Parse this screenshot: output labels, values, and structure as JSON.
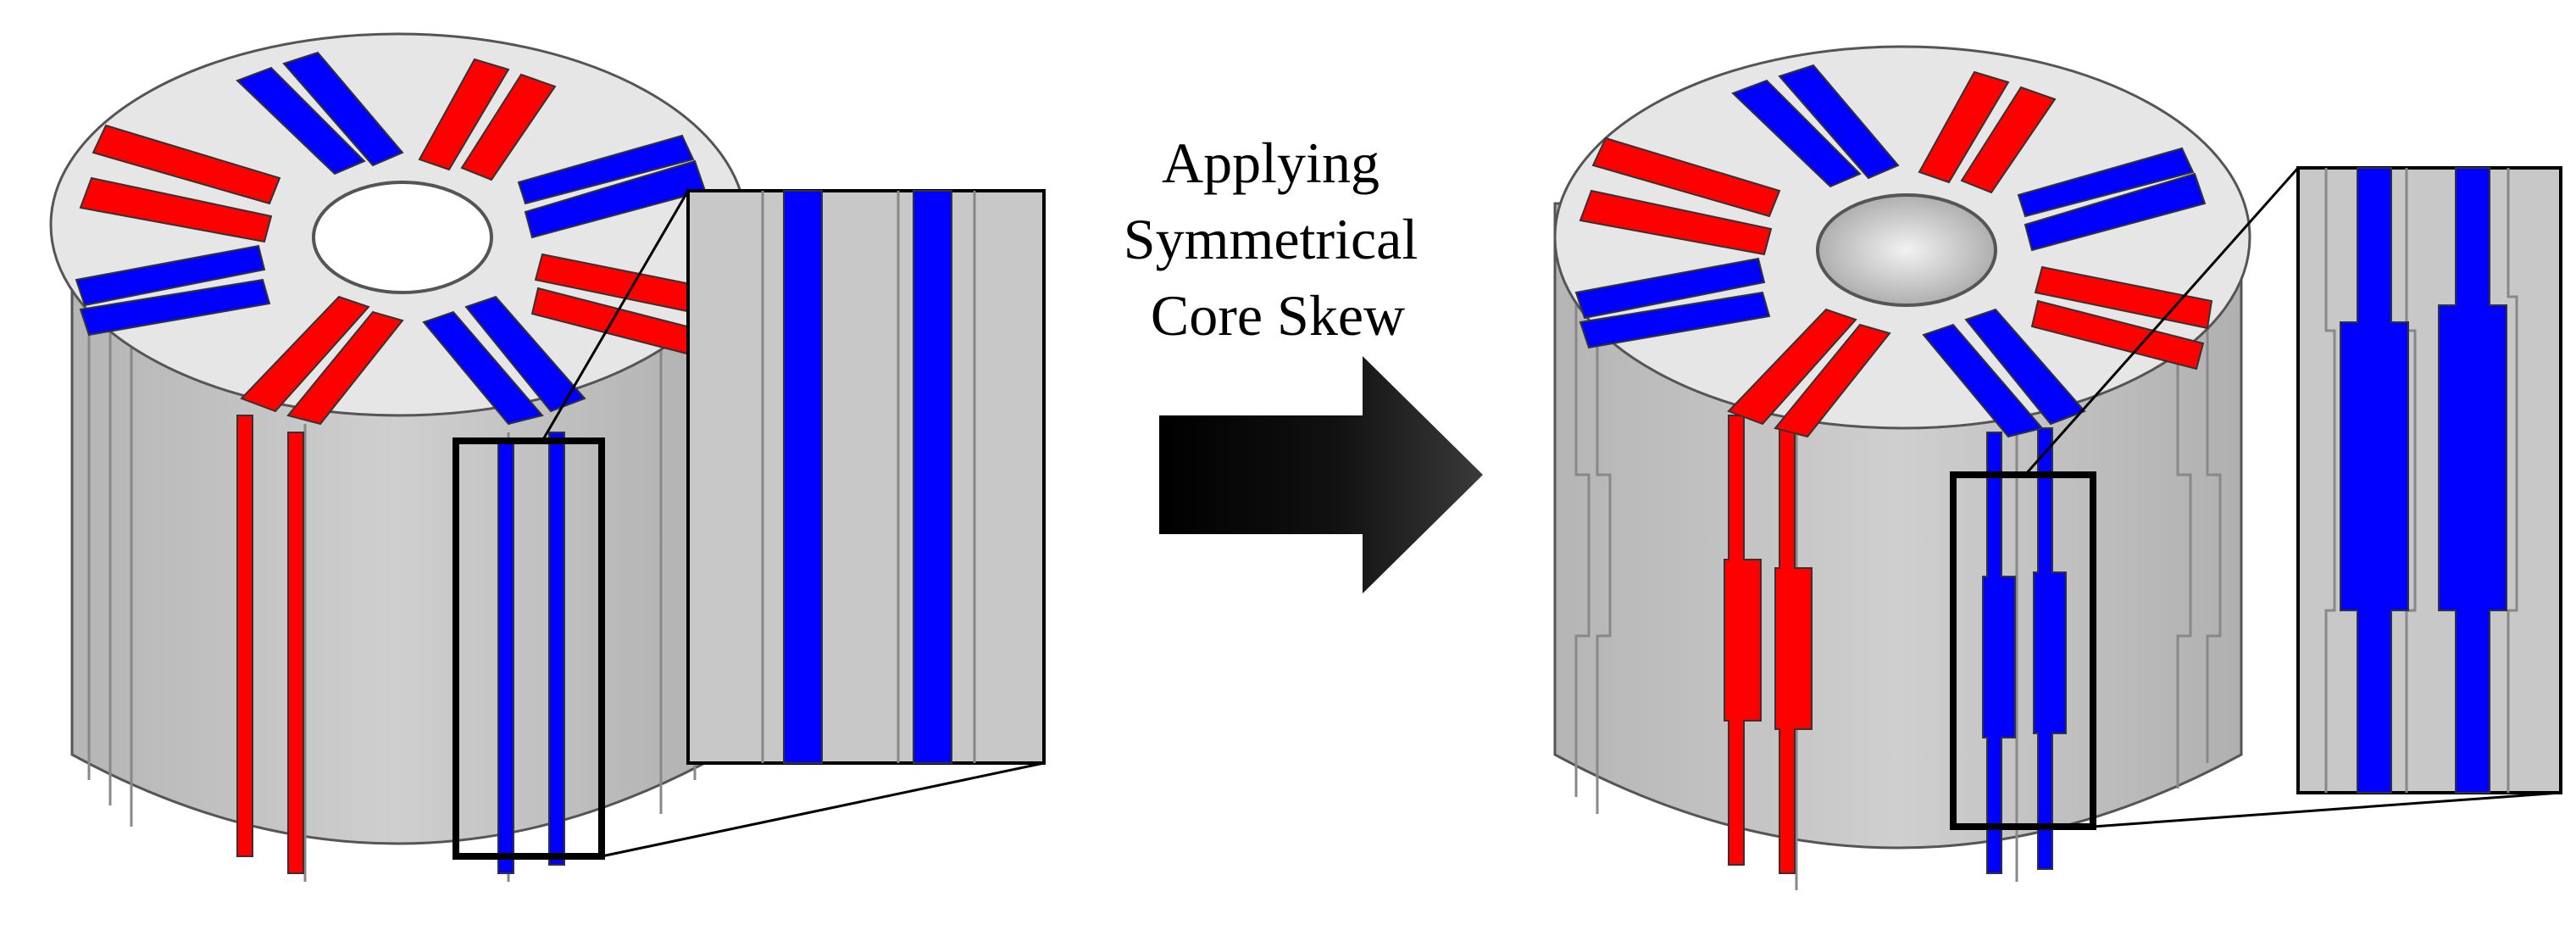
{
  "caption": {
    "lines": [
      "Applying",
      "Symmetrical",
      "Core Skew"
    ]
  },
  "colors": {
    "north_magnet": "#ff0000",
    "south_magnet": "#0000ff",
    "core_top": "#e6e6e6",
    "core_side": "#c8c8c8",
    "arrow": "#000000",
    "inset_frame": "#000000"
  },
  "figure": {
    "rotors": [
      {
        "name": "original-rotor",
        "skew": "none"
      },
      {
        "name": "skewed-rotor",
        "skew": "symmetrical"
      }
    ]
  }
}
